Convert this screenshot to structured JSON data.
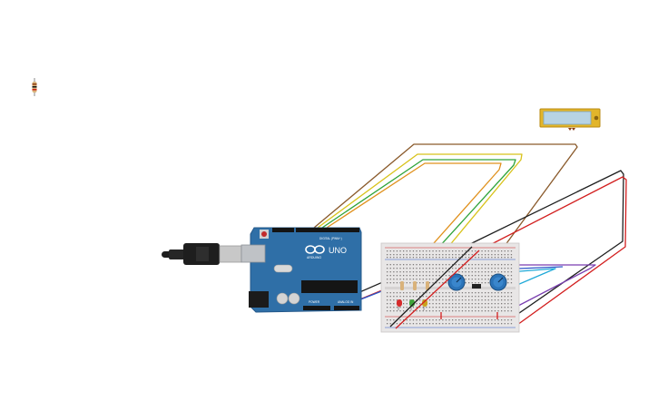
{
  "canvas": {
    "background": "#ffffff"
  },
  "components": {
    "resistor_loose": {
      "kind": "resistor",
      "icon": "resistor-icon"
    },
    "lcd": {
      "kind": "lcd-display",
      "screen_color": "#b7d3e4",
      "frame_color": "#e2b52a"
    },
    "arduino": {
      "kind": "arduino-uno",
      "board_color": "#2f6fa7",
      "model_text": "UNO",
      "brand_text": "ARDUINO",
      "digital_label": "DIGITAL (PWM~)",
      "power_label": "POWER",
      "analog_label": "ANALOG IN"
    },
    "usb_cable": {
      "kind": "usb-cable",
      "color": "#1e1e1e"
    },
    "breadboard": {
      "kind": "breadboard",
      "color": "#e8e6e6"
    },
    "leds": [
      {
        "name": "led-red",
        "color": "#d62b2b"
      },
      {
        "name": "led-green",
        "color": "#3fa43a"
      },
      {
        "name": "led-yellow",
        "color": "#c9a21e"
      }
    ],
    "potentiometers": [
      {
        "name": "potentiometer-1",
        "color": "#2b73b8"
      },
      {
        "name": "potentiometer-2",
        "color": "#2b73b8"
      }
    ]
  },
  "wire_colors": {
    "brown": "#8a5a2b",
    "yellow": "#d8c21a",
    "orange": "#e0901c",
    "green": "#2fa33a",
    "black": "#1e1e1e",
    "red": "#d21e1e",
    "purple": "#7a3fb0",
    "blue": "#2a55c8",
    "cyan": "#1fa9d8"
  }
}
